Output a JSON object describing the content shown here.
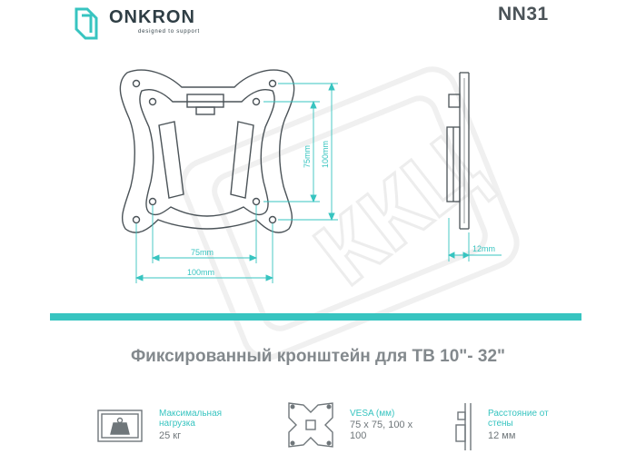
{
  "brand": {
    "name": "ONKRON",
    "tagline": "designed to support"
  },
  "model": "NN31",
  "watermark_text": "ККЦ",
  "dimensions": {
    "hole_spacing_small_h": "75mm",
    "hole_spacing_large_h": "100mm",
    "hole_spacing_small_v": "75mm",
    "hole_spacing_large_v": "100mm",
    "wall_distance": "12mm"
  },
  "product_title": "Фиксированный кронштейн для ТВ 10\"- 32\"",
  "features": {
    "load": {
      "label": "Максимальная нагрузка",
      "value": "25 кг"
    },
    "vesa": {
      "label": "VESA (мм)",
      "value": "75 x 75, 100 x 100"
    },
    "distance": {
      "label": "Расстояние от стены",
      "value": "12 мм"
    }
  },
  "colors": {
    "accent": "#37c4c0",
    "text_dark": "#2f3e45",
    "text_grey": "#83898d"
  }
}
